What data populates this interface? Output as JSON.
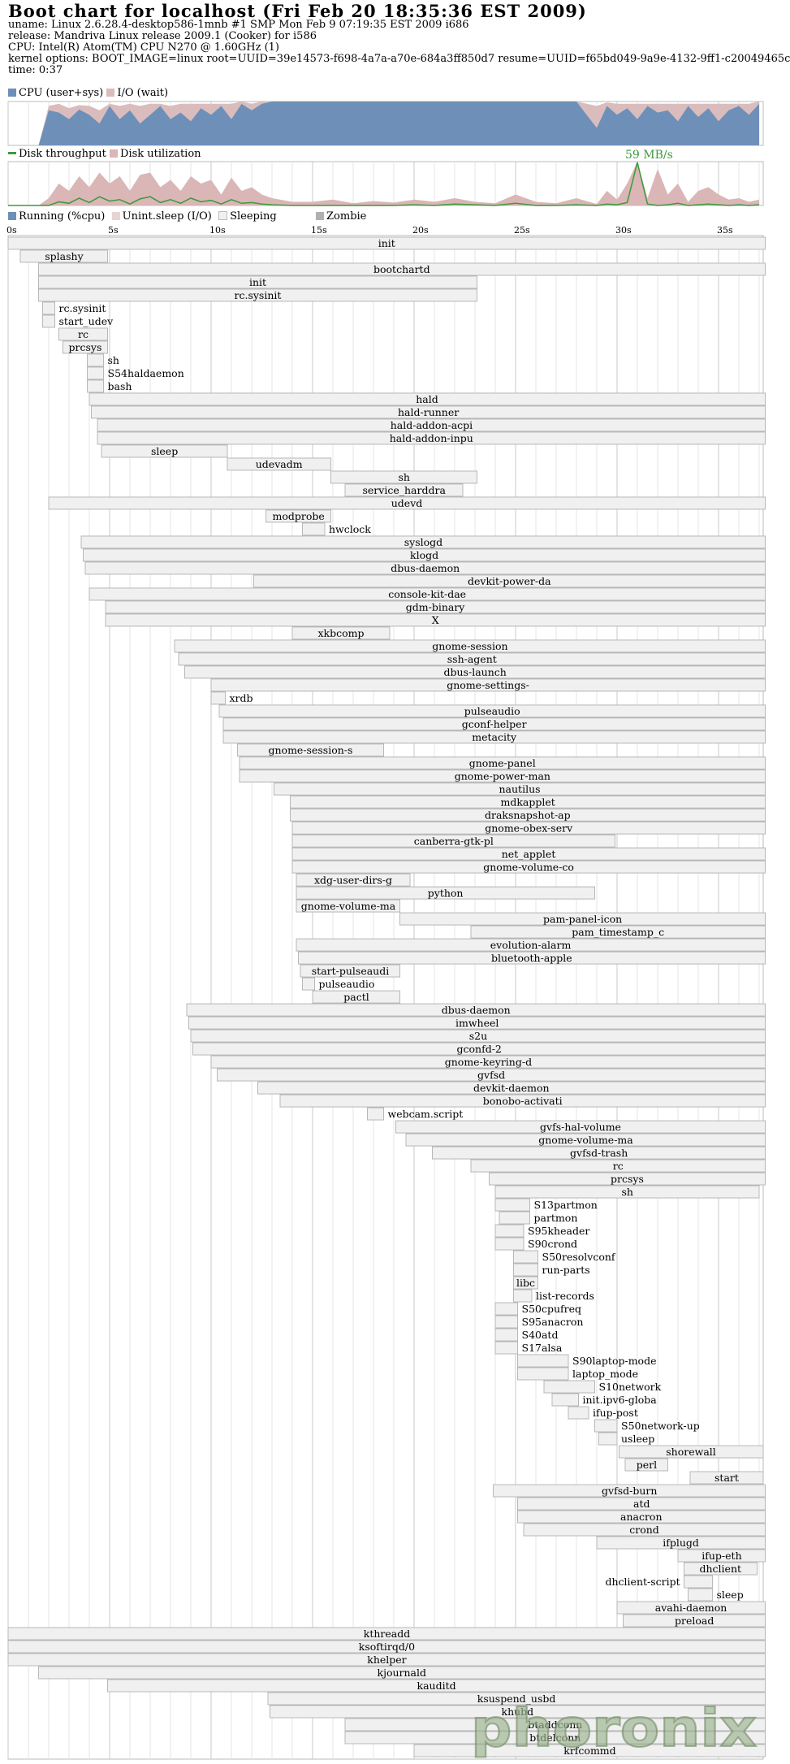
{
  "header": {
    "title": "Boot chart for localhost (Fri Feb 20 18:35:36 EST 2009)",
    "lines": [
      "uname: Linux 2.6.28.4-desktop586-1mnb #1 SMP Mon Feb 9 07:19:35 EST 2009 i686",
      "release: Mandriva Linux release 2009.1 (Cooker) for i586",
      "CPU: Intel(R) Atom(TM) CPU N270   @ 1.60GHz (1)",
      "kernel options: BOOT_IMAGE=linux root=UUID=39e14573-f698-4a7a-a70e-684a3ff850d7  resume=UUID=f65bd049-9a9e-4132-9ff1-c20049465c",
      "time: 0:37"
    ]
  },
  "colors": {
    "cpu": "#6e90b8",
    "io": "#dbbcbc",
    "disk_throughput": "#3c9a3c",
    "disk_util": "#dab6b6",
    "running": "#6e90b8",
    "uninterruptible": "#e7d4d4",
    "sleeping": "#f0f0f0",
    "zombie": "#b0b0b0",
    "grid": "#d8d8d8"
  },
  "legends": {
    "cpu": [
      "CPU (user+sys)",
      "I/O (wait)"
    ],
    "disk": [
      "Disk throughput",
      "Disk utilization"
    ],
    "proc": [
      "Running (%cpu)",
      "Unint.sleep (I/O)",
      "Sleeping",
      "Zombie"
    ]
  },
  "disk_peak_label": "59 MB/s",
  "watermark_text": "phoronix",
  "chart_data": [
    {
      "type": "area",
      "x": [
        0,
        1,
        1.5,
        2,
        2.5,
        3,
        3.5,
        4,
        4.5,
        5,
        5.5,
        6,
        6.5,
        7,
        7.5,
        8,
        8.5,
        9,
        9.5,
        10,
        10.5,
        11,
        11.5,
        12,
        12.5,
        13,
        14,
        15,
        16,
        17,
        18,
        19,
        20,
        21,
        22,
        23,
        24,
        25,
        26,
        27,
        28,
        29,
        29.5,
        30,
        30.5,
        31,
        31.5,
        32,
        32.5,
        33,
        33.5,
        34,
        34.5,
        35,
        35.5,
        36,
        36.5,
        37
      ],
      "series": [
        {
          "name": "CPU (user+sys)",
          "values": [
            0,
            0,
            0,
            0.8,
            0.75,
            0.6,
            0.82,
            0.7,
            0.5,
            0.9,
            0.6,
            0.8,
            0.5,
            0.7,
            0.9,
            0.6,
            0.75,
            0.55,
            0.85,
            0.7,
            0.9,
            0.6,
            0.95,
            0.8,
            0.95,
            1,
            1,
            1,
            1,
            1,
            1,
            1,
            1,
            1,
            1,
            1,
            1,
            1,
            1,
            1,
            1,
            0.4,
            0.9,
            0.7,
            0.85,
            0.6,
            0.9,
            0.75,
            0.8,
            0.55,
            0.9,
            0.65,
            0.85,
            0.55,
            0.8,
            0.9,
            0.7,
            0.95
          ]
        },
        {
          "name": "I/O (wait)",
          "values": [
            0,
            0,
            0,
            0.1,
            0.2,
            0.25,
            0.1,
            0.2,
            0.3,
            0.05,
            0.3,
            0.15,
            0.4,
            0.25,
            0.05,
            0.3,
            0.2,
            0.4,
            0.1,
            0.25,
            0.05,
            0.35,
            0.05,
            0.15,
            0.05,
            0,
            0,
            0,
            0,
            0,
            0,
            0,
            0,
            0,
            0,
            0,
            0,
            0,
            0,
            0,
            0,
            0.5,
            0.08,
            0.25,
            0.1,
            0.35,
            0.05,
            0.2,
            0.15,
            0.4,
            0.05,
            0.3,
            0.1,
            0.4,
            0.15,
            0.05,
            0.25,
            0.05
          ]
        }
      ],
      "ylim": [
        0,
        1
      ]
    },
    {
      "type": "area",
      "x": [
        0,
        1,
        1.5,
        2,
        2.5,
        3,
        3.5,
        4,
        4.5,
        5,
        5.5,
        6,
        6.5,
        7,
        7.5,
        8,
        8.5,
        9,
        9.5,
        10,
        10.5,
        11,
        11.5,
        12,
        12.5,
        13,
        14,
        15,
        16,
        17,
        18,
        19,
        20,
        21,
        22,
        23,
        24,
        25,
        26,
        27,
        28,
        29,
        29.5,
        30,
        30.5,
        31,
        31.5,
        32,
        32.5,
        33,
        33.5,
        34,
        34.5,
        35,
        35.5,
        36,
        36.5,
        37
      ],
      "series": [
        {
          "name": "Disk throughput",
          "values": [
            0,
            0,
            0,
            0,
            5,
            3,
            10,
            4,
            12,
            6,
            8,
            2,
            9,
            12,
            4,
            8,
            3,
            10,
            5,
            7,
            2,
            8,
            3,
            4,
            2,
            1,
            0,
            0,
            0,
            0,
            0,
            0,
            1,
            0,
            2,
            1,
            0,
            3,
            0,
            0,
            1,
            0,
            2,
            1,
            4,
            59,
            2,
            0,
            1,
            3,
            0,
            1,
            2,
            1,
            0,
            1,
            0,
            1
          ]
        },
        {
          "name": "Disk utilization",
          "values": [
            0,
            0,
            0,
            10,
            30,
            20,
            40,
            25,
            45,
            30,
            40,
            20,
            42,
            45,
            25,
            35,
            20,
            40,
            30,
            35,
            15,
            38,
            20,
            25,
            15,
            10,
            5,
            5,
            8,
            3,
            6,
            4,
            8,
            5,
            10,
            5,
            3,
            15,
            5,
            3,
            10,
            2,
            20,
            8,
            30,
            60,
            10,
            50,
            15,
            30,
            5,
            20,
            25,
            15,
            8,
            10,
            5,
            8
          ]
        }
      ],
      "ylim": [
        0,
        60
      ]
    },
    {
      "type": "bar",
      "x_axis_ticks": [
        "0s",
        "5s",
        "10s",
        "15s",
        "20s",
        "25s",
        "30s",
        "35s"
      ],
      "xlim": [
        0,
        37.3
      ],
      "processes": [
        {
          "name": "init",
          "start": 0,
          "end": 37.3
        },
        {
          "name": "splashy",
          "start": 0.6,
          "end": 4.9
        },
        {
          "name": "bootchartd",
          "start": 1.5,
          "end": 37.3
        },
        {
          "name": "init",
          "start": 1.5,
          "end": 23.1
        },
        {
          "name": "rc.sysinit",
          "start": 1.5,
          "end": 23.1
        },
        {
          "name": "rc.sysinit",
          "start": 1.7,
          "end": 2.3
        },
        {
          "name": "start_udev",
          "start": 1.7,
          "end": 2.3
        },
        {
          "name": "rc",
          "start": 2.5,
          "end": 4.9
        },
        {
          "name": "prcsys",
          "start": 2.7,
          "end": 4.9
        },
        {
          "name": "sh",
          "start": 3.9,
          "end": 4.7
        },
        {
          "name": "S54haldaemon",
          "start": 3.9,
          "end": 4.7
        },
        {
          "name": "bash",
          "start": 3.9,
          "end": 4.7
        },
        {
          "name": "hald",
          "start": 4.0,
          "end": 37.3
        },
        {
          "name": "hald-runner",
          "start": 4.1,
          "end": 37.3
        },
        {
          "name": "hald-addon-acpi",
          "start": 4.4,
          "end": 37.3
        },
        {
          "name": "hald-addon-inpu",
          "start": 4.4,
          "end": 37.3
        },
        {
          "name": "sleep",
          "start": 4.6,
          "end": 10.8
        },
        {
          "name": "udevadm",
          "start": 10.8,
          "end": 15.9
        },
        {
          "name": "sh",
          "start": 15.9,
          "end": 23.1
        },
        {
          "name": "service_harddra",
          "start": 16.6,
          "end": 22.4
        },
        {
          "name": "udevd",
          "start": 2.0,
          "end": 37.3
        },
        {
          "name": "modprobe",
          "start": 12.7,
          "end": 15.9
        },
        {
          "name": "hwclock",
          "start": 14.5,
          "end": 15.6
        },
        {
          "name": "syslogd",
          "start": 3.6,
          "end": 37.3
        },
        {
          "name": "klogd",
          "start": 3.7,
          "end": 37.3
        },
        {
          "name": "dbus-daemon",
          "start": 3.8,
          "end": 37.3
        },
        {
          "name": "devkit-power-da",
          "start": 12.1,
          "end": 37.3
        },
        {
          "name": "console-kit-dae",
          "start": 4.0,
          "end": 37.3
        },
        {
          "name": "gdm-binary",
          "start": 4.8,
          "end": 37.3
        },
        {
          "name": "X",
          "start": 4.8,
          "end": 37.3
        },
        {
          "name": "xkbcomp",
          "start": 14.0,
          "end": 18.8
        },
        {
          "name": "gnome-session",
          "start": 8.2,
          "end": 37.3
        },
        {
          "name": "ssh-agent",
          "start": 8.4,
          "end": 37.3
        },
        {
          "name": "dbus-launch",
          "start": 8.7,
          "end": 37.3
        },
        {
          "name": "gnome-settings-",
          "start": 10.0,
          "end": 37.3
        },
        {
          "name": "xrdb",
          "start": 10.0,
          "end": 10.7
        },
        {
          "name": "pulseaudio",
          "start": 10.4,
          "end": 37.3
        },
        {
          "name": "gconf-helper",
          "start": 10.6,
          "end": 37.3
        },
        {
          "name": "metacity",
          "start": 10.6,
          "end": 37.3
        },
        {
          "name": "gnome-session-s",
          "start": 11.3,
          "end": 18.5
        },
        {
          "name": "gnome-panel",
          "start": 11.4,
          "end": 37.3
        },
        {
          "name": "gnome-power-man",
          "start": 11.4,
          "end": 37.3
        },
        {
          "name": "nautilus",
          "start": 13.1,
          "end": 37.3
        },
        {
          "name": "mdkapplet",
          "start": 13.9,
          "end": 37.3
        },
        {
          "name": "draksnapshot-ap",
          "start": 13.9,
          "end": 37.3
        },
        {
          "name": "gnome-obex-serv",
          "start": 14.0,
          "end": 37.3
        },
        {
          "name": "canberra-gtk-pl",
          "start": 14.0,
          "end": 29.9
        },
        {
          "name": "net_applet",
          "start": 14.0,
          "end": 37.3
        },
        {
          "name": "gnome-volume-co",
          "start": 14.0,
          "end": 37.3
        },
        {
          "name": "xdg-user-dirs-g",
          "start": 14.2,
          "end": 19.8
        },
        {
          "name": "python",
          "start": 14.2,
          "end": 28.9
        },
        {
          "name": "gnome-volume-ma",
          "start": 14.2,
          "end": 19.3
        },
        {
          "name": "pam-panel-icon",
          "start": 19.3,
          "end": 37.3
        },
        {
          "name": "pam_timestamp_c",
          "start": 22.8,
          "end": 37.3
        },
        {
          "name": "evolution-alarm",
          "start": 14.2,
          "end": 37.3
        },
        {
          "name": "bluetooth-apple",
          "start": 14.3,
          "end": 37.3
        },
        {
          "name": "start-pulseaudi",
          "start": 14.4,
          "end": 19.3
        },
        {
          "name": "pulseaudio",
          "start": 14.5,
          "end": 15.1
        },
        {
          "name": "pactl",
          "start": 15.0,
          "end": 19.3
        },
        {
          "name": "dbus-daemon",
          "start": 8.8,
          "end": 37.3
        },
        {
          "name": "imwheel",
          "start": 8.9,
          "end": 37.3
        },
        {
          "name": "s2u",
          "start": 9.0,
          "end": 37.3
        },
        {
          "name": "gconfd-2",
          "start": 9.1,
          "end": 37.3
        },
        {
          "name": "gnome-keyring-d",
          "start": 10.0,
          "end": 37.3
        },
        {
          "name": "gvfsd",
          "start": 10.3,
          "end": 37.3
        },
        {
          "name": "devkit-daemon",
          "start": 12.3,
          "end": 37.3
        },
        {
          "name": "bonobo-activati",
          "start": 13.4,
          "end": 37.3
        },
        {
          "name": "webcam.script",
          "start": 17.7,
          "end": 18.5
        },
        {
          "name": "gvfs-hal-volume",
          "start": 19.1,
          "end": 37.3
        },
        {
          "name": "gnome-volume-ma",
          "start": 19.6,
          "end": 37.3
        },
        {
          "name": "gvfsd-trash",
          "start": 20.9,
          "end": 37.3
        },
        {
          "name": "rc",
          "start": 22.8,
          "end": 37.3
        },
        {
          "name": "prcsys",
          "start": 23.7,
          "end": 37.3
        },
        {
          "name": "sh",
          "start": 24.0,
          "end": 37.0
        },
        {
          "name": "S13partmon",
          "start": 24.0,
          "end": 25.7
        },
        {
          "name": "partmon",
          "start": 24.2,
          "end": 25.7
        },
        {
          "name": "S95kheader",
          "start": 24.0,
          "end": 25.4
        },
        {
          "name": "S90crond",
          "start": 24.0,
          "end": 25.4
        },
        {
          "name": "S50resolvconf",
          "start": 24.9,
          "end": 26.1
        },
        {
          "name": "run-parts",
          "start": 24.9,
          "end": 26.1
        },
        {
          "name": "libc",
          "start": 24.9,
          "end": 26.1
        },
        {
          "name": "list-records",
          "start": 24.9,
          "end": 25.8
        },
        {
          "name": "S50cpufreq",
          "start": 24.0,
          "end": 25.1
        },
        {
          "name": "S95anacron",
          "start": 24.0,
          "end": 25.1
        },
        {
          "name": "S40atd",
          "start": 24.0,
          "end": 25.1
        },
        {
          "name": "S17alsa",
          "start": 24.0,
          "end": 25.1
        },
        {
          "name": "S90laptop-mode",
          "start": 25.1,
          "end": 27.6
        },
        {
          "name": "laptop_mode",
          "start": 25.1,
          "end": 27.6
        },
        {
          "name": "S10network",
          "start": 26.4,
          "end": 28.9
        },
        {
          "name": "init.ipv6-globa",
          "start": 26.8,
          "end": 28.1
        },
        {
          "name": "ifup-post",
          "start": 27.6,
          "end": 28.6
        },
        {
          "name": "S50network-up",
          "start": 28.9,
          "end": 30.0
        },
        {
          "name": "usleep",
          "start": 29.1,
          "end": 30.0
        },
        {
          "name": "shorewall",
          "start": 30.1,
          "end": 37.2
        },
        {
          "name": "perl",
          "start": 30.4,
          "end": 32.5
        },
        {
          "name": "start",
          "start": 33.6,
          "end": 37.2
        },
        {
          "name": "gvfsd-burn",
          "start": 23.9,
          "end": 37.3
        },
        {
          "name": "atd",
          "start": 25.1,
          "end": 37.3
        },
        {
          "name": "anacron",
          "start": 25.1,
          "end": 37.3
        },
        {
          "name": "crond",
          "start": 25.4,
          "end": 37.3
        },
        {
          "name": "ifplugd",
          "start": 29.0,
          "end": 37.3
        },
        {
          "name": "ifup-eth",
          "start": 33.0,
          "end": 37.3
        },
        {
          "name": "dhclient",
          "start": 33.3,
          "end": 36.9
        },
        {
          "name": "dhclient-script",
          "start": 33.3,
          "end": 34.7
        },
        {
          "name": "sleep",
          "start": 33.5,
          "end": 34.7
        },
        {
          "name": "avahi-daemon",
          "start": 30.0,
          "end": 37.3
        },
        {
          "name": "preload",
          "start": 30.3,
          "end": 37.3
        },
        {
          "name": "kthreadd",
          "start": 0,
          "end": 37.3
        },
        {
          "name": "ksoftirqd/0",
          "start": 0,
          "end": 37.3
        },
        {
          "name": "khelper",
          "start": 0,
          "end": 37.3
        },
        {
          "name": "kjournald",
          "start": 1.5,
          "end": 37.3
        },
        {
          "name": "kauditd",
          "start": 4.9,
          "end": 37.3
        },
        {
          "name": "ksuspend_usbd",
          "start": 12.8,
          "end": 37.3
        },
        {
          "name": "khubd",
          "start": 12.9,
          "end": 37.3
        },
        {
          "name": "btaddconn",
          "start": 16.6,
          "end": 37.3
        },
        {
          "name": "btdelconn",
          "start": 16.6,
          "end": 37.3
        },
        {
          "name": "krfcommd",
          "start": 20.0,
          "end": 37.3
        }
      ]
    }
  ]
}
